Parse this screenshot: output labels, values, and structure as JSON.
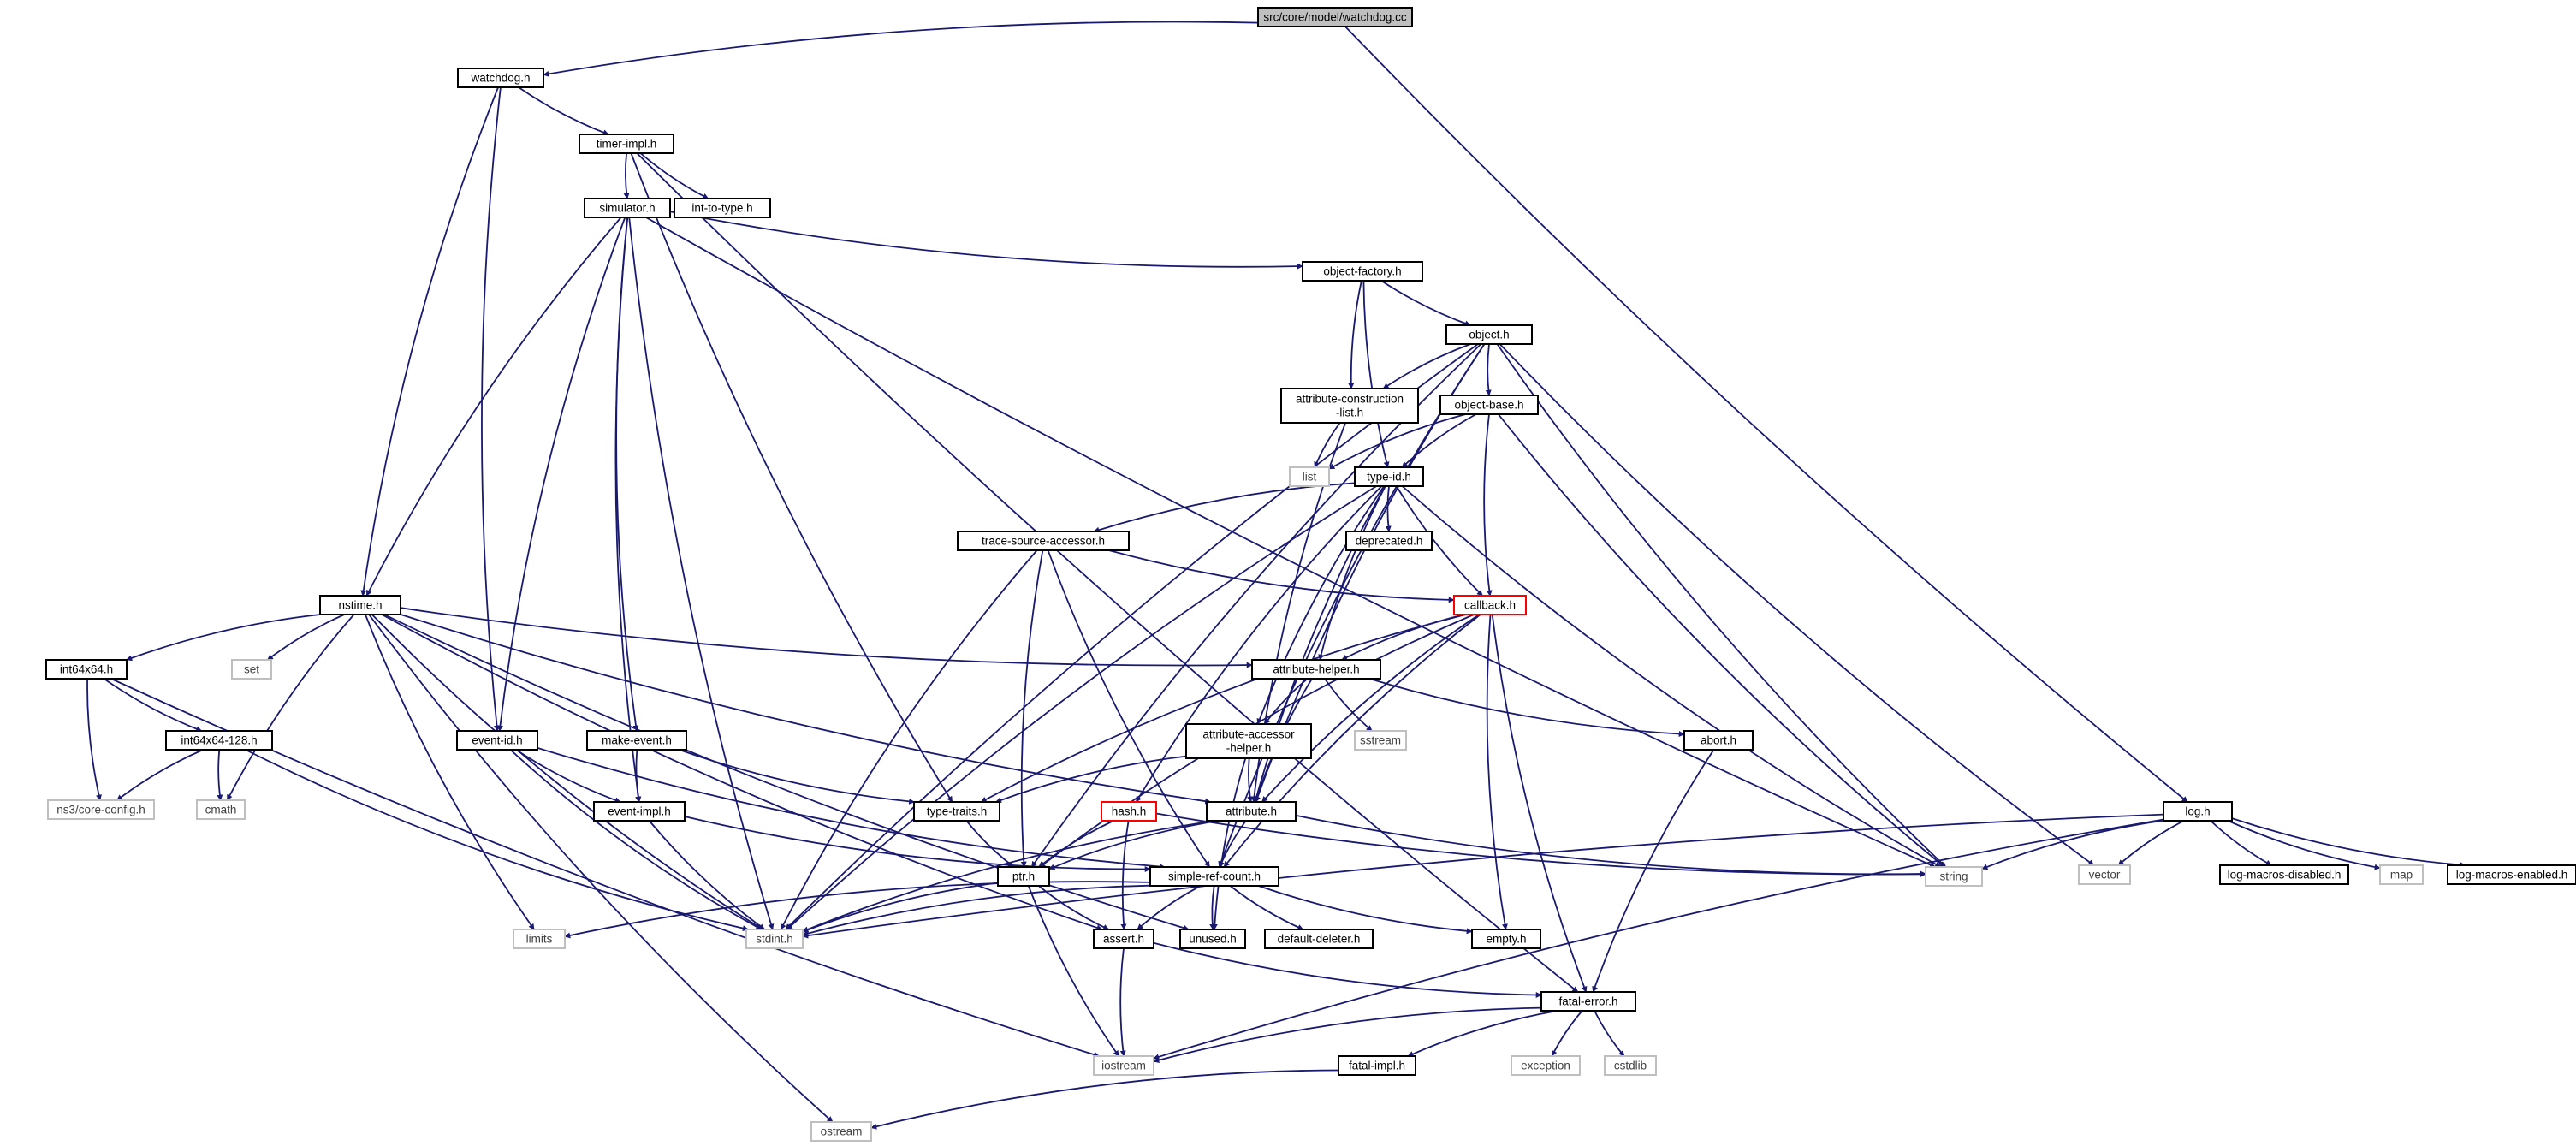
{
  "colors": {
    "edge": "#191970",
    "box_border": "#000000",
    "ext_border": "#bfbfbf",
    "ext_text": "#404040",
    "root_fill": "#bfbfbf",
    "red_border": "#ff0000",
    "text": "#000000"
  },
  "nodes": [
    {
      "id": "watchdog_cc",
      "label": "src/core/model/watchdog.cc",
      "kind": "root"
    },
    {
      "id": "watchdog_h",
      "label": "watchdog.h",
      "kind": "normal"
    },
    {
      "id": "timer_impl",
      "label": "timer-impl.h",
      "kind": "normal"
    },
    {
      "id": "log_h",
      "label": "log.h",
      "kind": "normal"
    },
    {
      "id": "simulator",
      "label": "simulator.h",
      "kind": "normal"
    },
    {
      "id": "int_to_type",
      "label": "int-to-type.h",
      "kind": "normal"
    },
    {
      "id": "object_factory",
      "label": "object-factory.h",
      "kind": "normal"
    },
    {
      "id": "object_h",
      "label": "object.h",
      "kind": "normal"
    },
    {
      "id": "attr_constr",
      "label": "attribute-construction\n-list.h",
      "kind": "normal"
    },
    {
      "id": "object_base",
      "label": "object-base.h",
      "kind": "normal"
    },
    {
      "id": "list",
      "label": "list",
      "kind": "ext"
    },
    {
      "id": "type_id",
      "label": "type-id.h",
      "kind": "normal"
    },
    {
      "id": "trace_src",
      "label": "trace-source-accessor.h",
      "kind": "normal"
    },
    {
      "id": "deprecated",
      "label": "deprecated.h",
      "kind": "normal"
    },
    {
      "id": "callback",
      "label": "callback.h",
      "kind": "red"
    },
    {
      "id": "nstime",
      "label": "nstime.h",
      "kind": "normal"
    },
    {
      "id": "set",
      "label": "set",
      "kind": "ext"
    },
    {
      "id": "attr_helper",
      "label": "attribute-helper.h",
      "kind": "normal"
    },
    {
      "id": "sstream",
      "label": "sstream",
      "kind": "ext"
    },
    {
      "id": "abort_h",
      "label": "abort.h",
      "kind": "normal"
    },
    {
      "id": "int64x64",
      "label": "int64x64.h",
      "kind": "normal"
    },
    {
      "id": "int64x64_128",
      "label": "int64x64-128.h",
      "kind": "normal"
    },
    {
      "id": "event_id",
      "label": "event-id.h",
      "kind": "normal"
    },
    {
      "id": "make_event",
      "label": "make-event.h",
      "kind": "normal"
    },
    {
      "id": "attr_accessor",
      "label": "attribute-accessor\n-helper.h",
      "kind": "normal"
    },
    {
      "id": "ns3_core_config",
      "label": "ns3/core-config.h",
      "kind": "ext"
    },
    {
      "id": "cmath",
      "label": "cmath",
      "kind": "ext"
    },
    {
      "id": "event_impl",
      "label": "event-impl.h",
      "kind": "normal"
    },
    {
      "id": "type_traits",
      "label": "type-traits.h",
      "kind": "normal"
    },
    {
      "id": "hash_h",
      "label": "hash.h",
      "kind": "red"
    },
    {
      "id": "attribute_h",
      "label": "attribute.h",
      "kind": "normal"
    },
    {
      "id": "ptr_h",
      "label": "ptr.h",
      "kind": "normal"
    },
    {
      "id": "simple_ref",
      "label": "simple-ref-count.h",
      "kind": "normal"
    },
    {
      "id": "string",
      "label": "string",
      "kind": "ext"
    },
    {
      "id": "vector",
      "label": "vector",
      "kind": "ext"
    },
    {
      "id": "log_disabled",
      "label": "log-macros-disabled.h",
      "kind": "normal"
    },
    {
      "id": "map",
      "label": "map",
      "kind": "ext"
    },
    {
      "id": "log_enabled",
      "label": "log-macros-enabled.h",
      "kind": "normal"
    },
    {
      "id": "limits",
      "label": "limits",
      "kind": "ext"
    },
    {
      "id": "stdint",
      "label": "stdint.h",
      "kind": "ext"
    },
    {
      "id": "unused",
      "label": "unused.h",
      "kind": "normal"
    },
    {
      "id": "assert_h",
      "label": "assert.h",
      "kind": "normal"
    },
    {
      "id": "default_deleter",
      "label": "default-deleter.h",
      "kind": "normal"
    },
    {
      "id": "empty_h",
      "label": "empty.h",
      "kind": "normal"
    },
    {
      "id": "fatal_error",
      "label": "fatal-error.h",
      "kind": "normal"
    },
    {
      "id": "iostream",
      "label": "iostream",
      "kind": "ext"
    },
    {
      "id": "exception",
      "label": "exception",
      "kind": "ext"
    },
    {
      "id": "cstdlib",
      "label": "cstdlib",
      "kind": "ext"
    },
    {
      "id": "fatal_impl",
      "label": "fatal-impl.h",
      "kind": "normal"
    },
    {
      "id": "ostream",
      "label": "ostream",
      "kind": "ext"
    }
  ],
  "edges": [
    [
      "watchdog_cc",
      "watchdog_h"
    ],
    [
      "watchdog_cc",
      "log_h"
    ],
    [
      "watchdog_h",
      "timer_impl"
    ],
    [
      "watchdog_h",
      "nstime"
    ],
    [
      "watchdog_h",
      "event_id"
    ],
    [
      "timer_impl",
      "simulator"
    ],
    [
      "timer_impl",
      "int_to_type"
    ],
    [
      "timer_impl",
      "type_traits"
    ],
    [
      "timer_impl",
      "fatal_error"
    ],
    [
      "simulator",
      "object_factory"
    ],
    [
      "simulator",
      "nstime"
    ],
    [
      "simulator",
      "event_id"
    ],
    [
      "simulator",
      "make_event"
    ],
    [
      "simulator",
      "event_impl"
    ],
    [
      "simulator",
      "stdint"
    ],
    [
      "simulator",
      "string"
    ],
    [
      "object_factory",
      "object_h"
    ],
    [
      "object_factory",
      "attr_constr"
    ],
    [
      "object_factory",
      "type_id"
    ],
    [
      "object_h",
      "object_base"
    ],
    [
      "object_h",
      "attr_constr"
    ],
    [
      "object_h",
      "ptr_h"
    ],
    [
      "object_h",
      "attribute_h"
    ],
    [
      "object_h",
      "simple_ref"
    ],
    [
      "object_h",
      "stdint"
    ],
    [
      "object_h",
      "string"
    ],
    [
      "object_h",
      "vector"
    ],
    [
      "attr_constr",
      "attribute_h"
    ],
    [
      "attr_constr",
      "list"
    ],
    [
      "object_base",
      "type_id"
    ],
    [
      "object_base",
      "callback"
    ],
    [
      "object_base",
      "list"
    ],
    [
      "object_base",
      "string"
    ],
    [
      "type_id",
      "trace_src"
    ],
    [
      "type_id",
      "deprecated"
    ],
    [
      "type_id",
      "callback"
    ],
    [
      "type_id",
      "attr_helper"
    ],
    [
      "type_id",
      "attr_accessor"
    ],
    [
      "type_id",
      "attribute_h"
    ],
    [
      "type_id",
      "hash_h"
    ],
    [
      "type_id",
      "stdint"
    ],
    [
      "type_id",
      "string"
    ],
    [
      "trace_src",
      "callback"
    ],
    [
      "trace_src",
      "ptr_h"
    ],
    [
      "trace_src",
      "simple_ref"
    ],
    [
      "trace_src",
      "stdint"
    ],
    [
      "callback",
      "attr_helper"
    ],
    [
      "callback",
      "ptr_h"
    ],
    [
      "callback",
      "attribute_h"
    ],
    [
      "callback",
      "type_traits"
    ],
    [
      "callback",
      "simple_ref"
    ],
    [
      "callback",
      "fatal_error"
    ],
    [
      "callback",
      "empty_h"
    ],
    [
      "nstime",
      "attr_helper"
    ],
    [
      "nstime",
      "attribute_h"
    ],
    [
      "nstime",
      "int64x64"
    ],
    [
      "nstime",
      "set"
    ],
    [
      "nstime",
      "cmath"
    ],
    [
      "nstime",
      "limits"
    ],
    [
      "nstime",
      "stdint"
    ],
    [
      "nstime",
      "assert_h"
    ],
    [
      "nstime",
      "unused"
    ],
    [
      "nstime",
      "ostream"
    ],
    [
      "attr_helper",
      "attr_accessor"
    ],
    [
      "attr_helper",
      "attribute_h"
    ],
    [
      "attr_helper",
      "abort_h"
    ],
    [
      "attr_helper",
      "sstream"
    ],
    [
      "abort_h",
      "fatal_error"
    ],
    [
      "int64x64",
      "int64x64_128"
    ],
    [
      "int64x64",
      "ns3_core_config"
    ],
    [
      "int64x64",
      "iostream"
    ],
    [
      "int64x64_128",
      "ns3_core_config"
    ],
    [
      "int64x64_128",
      "cmath"
    ],
    [
      "int64x64_128",
      "stdint"
    ],
    [
      "event_id",
      "event_impl"
    ],
    [
      "event_id",
      "simple_ref"
    ],
    [
      "event_id",
      "stdint"
    ],
    [
      "make_event",
      "event_impl"
    ],
    [
      "make_event",
      "type_traits"
    ],
    [
      "attr_accessor",
      "attribute_h"
    ],
    [
      "attr_accessor",
      "type_traits"
    ],
    [
      "attr_accessor",
      "unused"
    ],
    [
      "event_impl",
      "simple_ref"
    ],
    [
      "event_impl",
      "stdint"
    ],
    [
      "type_traits",
      "ptr_h"
    ],
    [
      "hash_h",
      "ptr_h"
    ],
    [
      "hash_h",
      "assert_h"
    ],
    [
      "hash_h",
      "string"
    ],
    [
      "attribute_h",
      "ptr_h"
    ],
    [
      "attribute_h",
      "simple_ref"
    ],
    [
      "attribute_h",
      "string"
    ],
    [
      "attribute_h",
      "stdint"
    ],
    [
      "ptr_h",
      "assert_h"
    ],
    [
      "ptr_h",
      "iostream"
    ],
    [
      "ptr_h",
      "stdint"
    ],
    [
      "simple_ref",
      "assert_h"
    ],
    [
      "simple_ref",
      "unused"
    ],
    [
      "simple_ref",
      "default_deleter"
    ],
    [
      "simple_ref",
      "empty_h"
    ],
    [
      "simple_ref",
      "limits"
    ],
    [
      "simple_ref",
      "stdint"
    ],
    [
      "assert_h",
      "fatal_error"
    ],
    [
      "assert_h",
      "iostream"
    ],
    [
      "fatal_error",
      "fatal_impl"
    ],
    [
      "fatal_error",
      "iostream"
    ],
    [
      "fatal_error",
      "exception"
    ],
    [
      "fatal_error",
      "cstdlib"
    ],
    [
      "fatal_impl",
      "ostream"
    ],
    [
      "log_h",
      "log_disabled"
    ],
    [
      "log_h",
      "log_enabled"
    ],
    [
      "log_h",
      "string"
    ],
    [
      "log_h",
      "vector"
    ],
    [
      "log_h",
      "map"
    ],
    [
      "log_h",
      "iostream"
    ],
    [
      "log_h",
      "stdint"
    ]
  ]
}
